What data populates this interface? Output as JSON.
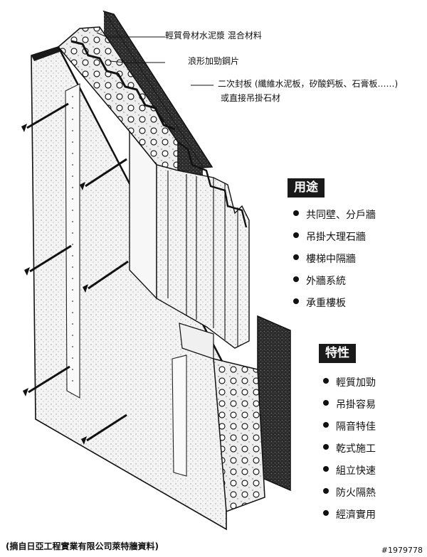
{
  "callouts": [
    {
      "text": "輕質骨材水泥漿 混合材料"
    },
    {
      "text": "浪形加勁鋼片"
    },
    {
      "text": "二次封板 (纖維水泥板，矽酸鈣板、石膏板……)"
    },
    {
      "text": "或直接吊掛石材"
    }
  ],
  "uses": {
    "title": "用途",
    "items": [
      "共同壁、分戶牆",
      "吊掛大理石牆",
      "樓梯中隔牆",
      "外牆系統",
      "承重樓板"
    ]
  },
  "features": {
    "title": "特性",
    "items": [
      "輕質加勁",
      "吊掛容易",
      "隔音特佳",
      "乾式施工",
      "組立快速",
      "防火隔熱",
      "經濟實用"
    ]
  },
  "footer": "(摘自日亞工程實業有限公司萊特牆資料)",
  "stock_id": "#1979778",
  "colors": {
    "ink": "#111111",
    "dark_panel": "#2b2b2b"
  }
}
